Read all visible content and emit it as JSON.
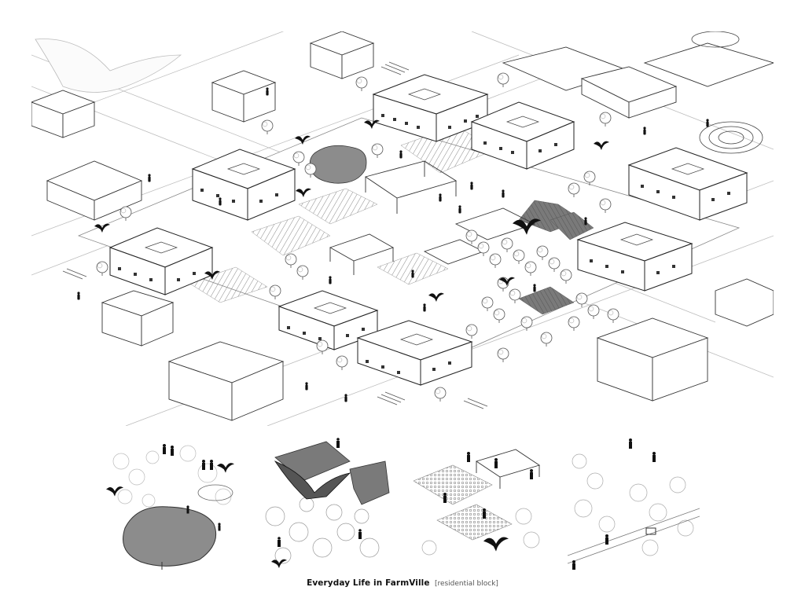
{
  "caption": {
    "title": "Everyday Life in FarmVille",
    "subtitle": "[residential block]"
  },
  "colors": {
    "line": "#222222",
    "light_line": "#9a9a9a",
    "pond": "#8c8c8c",
    "field_dark": "#7a7a7a",
    "figure": "#111111",
    "background": "#ffffff"
  },
  "illustration": {
    "style": "isometric line drawing",
    "details": "bird-icon",
    "vignettes": [
      "pond-vignette",
      "bird-over-fields-vignette",
      "crop-fields-vignette",
      "orchard-path-vignette"
    ]
  }
}
